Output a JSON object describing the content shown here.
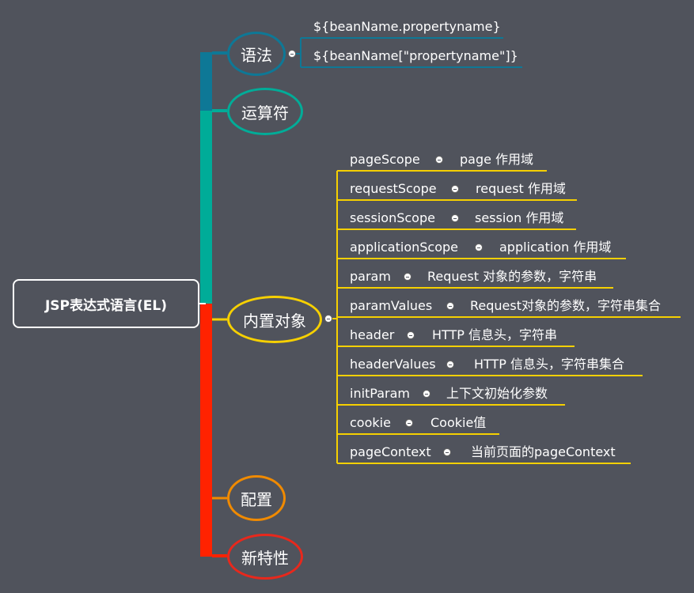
{
  "root": {
    "label": "JSP表达式语言(EL)"
  },
  "branches": [
    {
      "label": "语法",
      "color": "#0e7896"
    },
    {
      "label": "运算符",
      "color": "#00ac98"
    },
    {
      "label": "内置对象",
      "color": "#f6d000"
    },
    {
      "label": "配置",
      "color": "#f08a00"
    },
    {
      "label": "新特性",
      "color": "#e8281c"
    }
  ],
  "trunk_colors": {
    "top": "#0e7896",
    "mid": "#00ac98",
    "bottom": "#ff2200"
  },
  "syntax_items": [
    "${beanName.propertyname}",
    "${beanName[\"propertyname\"]}"
  ],
  "implicit_objects": [
    {
      "name": "pageScope",
      "desc": "page 作用域"
    },
    {
      "name": "requestScope",
      "desc": "request 作用域"
    },
    {
      "name": "sessionScope",
      "desc": "session 作用域"
    },
    {
      "name": "applicationScope",
      "desc": "application 作用域"
    },
    {
      "name": "param",
      "desc": "Request 对象的参数，字符串"
    },
    {
      "name": "paramValues",
      "desc": "Request对象的参数，字符串集合"
    },
    {
      "name": "header",
      "desc": "HTTP 信息头，字符串"
    },
    {
      "name": "headerValues",
      "desc": "HTTP 信息头，字符串集合"
    },
    {
      "name": "initParam",
      "desc": "上下文初始化参数"
    },
    {
      "name": "cookie",
      "desc": "Cookie值"
    },
    {
      "name": "pageContext",
      "desc": "当前页面的pageContext"
    }
  ]
}
